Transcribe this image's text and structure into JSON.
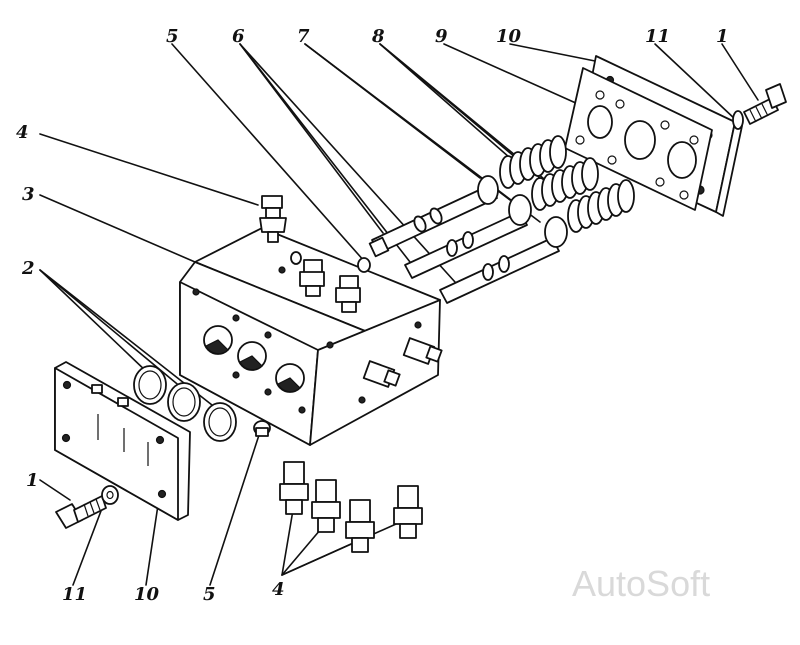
{
  "callouts": {
    "c5_top": "5",
    "c6_top": "6",
    "c7_top": "7",
    "c8_top": "8",
    "c9_top": "9",
    "c10_top": "10",
    "c11_top": "11",
    "c1_top": "1",
    "c4_left": "4",
    "c3_left": "3",
    "c2_left": "2",
    "c1_bottom": "1",
    "c11_bottom": "11",
    "c10_bottom": "10",
    "c5_bottom": "5",
    "c4_bottom": "4"
  },
  "watermark": "AutoSoft"
}
